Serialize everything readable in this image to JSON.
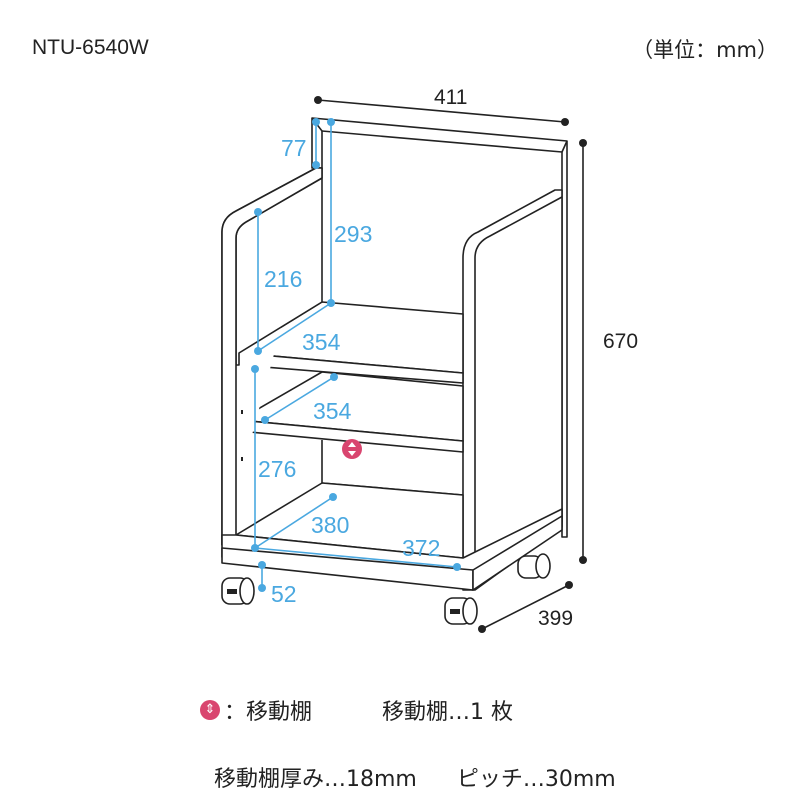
{
  "header": {
    "model": "NTU-6540W",
    "unit": "（単位：mm）"
  },
  "dimensions": {
    "width": "411",
    "height": "670",
    "depth": "399",
    "top_gap": "77",
    "upper_back_height": "293",
    "upper_side_height": "216",
    "upper_shelf_depth": "354",
    "movable_shelf_depth": "354",
    "lower_height": "276",
    "bottom_depth": "380",
    "inner_width": "372",
    "floor_clearance": "52"
  },
  "legend": {
    "icon": "movable-shelf-icon",
    "icon_label": "：移動棚",
    "shelf_count": "移動棚…1 枚",
    "thickness": "移動棚厚み…18mm",
    "pitch": "ピッチ…30mm"
  },
  "colors": {
    "dimension": "#4aa8e0",
    "marker": "#d9456f"
  }
}
